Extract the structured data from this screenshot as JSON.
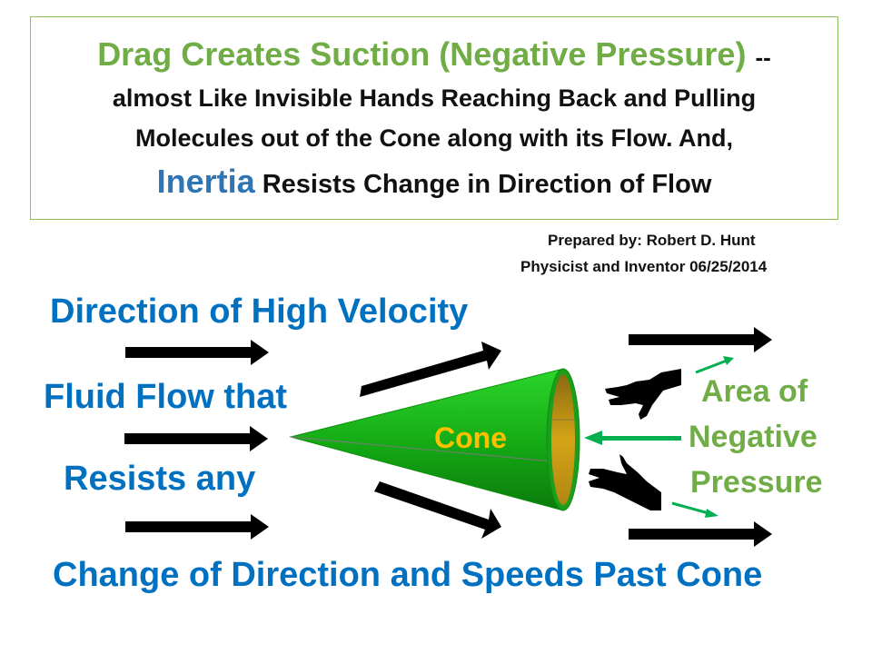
{
  "title_box": {
    "line1_green": "Drag Creates Suction (Negative Pressure)",
    "line1_dash": "--",
    "line2": "almost Like Invisible Hands Reaching Back and Pulling",
    "line3": "Molecules out of the Cone along with its Flow. And,",
    "line4_blue": "Inertia",
    "line4_rest": "Resists Change in Direction of Flow"
  },
  "credit": {
    "line1": "Prepared by:  Robert D. Hunt",
    "line2": "Physicist and Inventor 06/25/2014"
  },
  "flow_text": {
    "line1": "Direction of High Velocity",
    "line2": "Fluid Flow that",
    "line3": "Resists any",
    "line4": "Change of Direction and Speeds Past Cone"
  },
  "cone": {
    "label": "Cone",
    "outer_color": "#1fb51f",
    "inner_color": "#c89a10"
  },
  "negative_pressure": {
    "line1": "Area of",
    "line2": "Negative",
    "line3": "Pressure",
    "color": "#70ad47"
  },
  "colors": {
    "accent_blue": "#0070c0",
    "accent_green": "#70ad47",
    "cone_label": "#ffc000",
    "arrow": "#000000"
  }
}
